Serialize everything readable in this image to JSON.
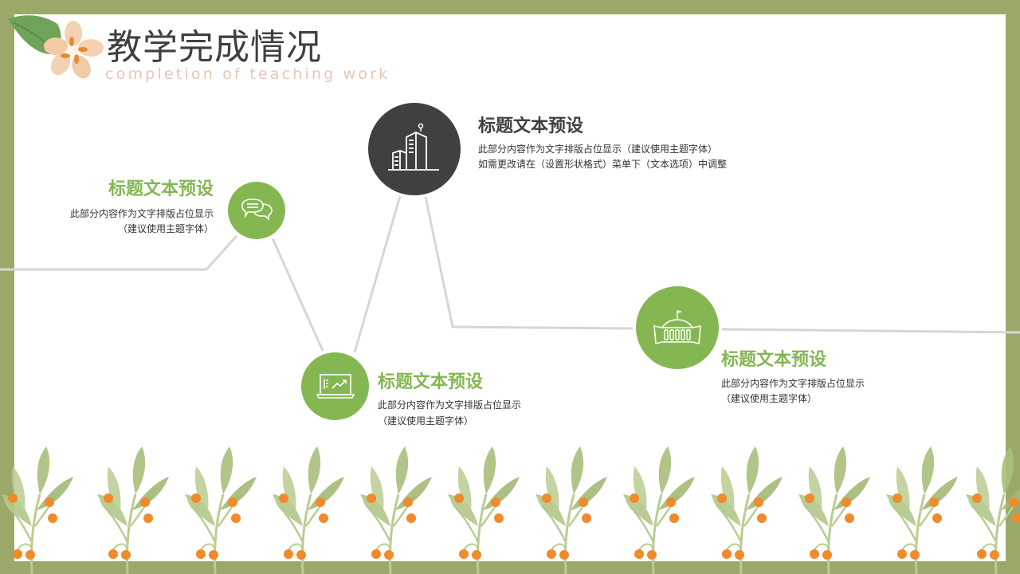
{
  "slide": {
    "title": "教学完成情况",
    "subtitle": "completion of teaching work"
  },
  "colors": {
    "frame": "#9aa96a",
    "accent_green": "#84b752",
    "dark_circle": "#404040",
    "connector_line": "#d6d6d6",
    "subtitle": "#e6c7b4",
    "berry": "#f08a2a",
    "leaf": "#a9bf7c"
  },
  "items": [
    {
      "icon": "speech-bubbles-icon",
      "heading": "标题文本预设",
      "line1": "此部分内容作为文字排版占位显示",
      "line2": "（建议使用主题字体）"
    },
    {
      "icon": "buildings-icon",
      "heading": "标题文本预设",
      "line1": "此部分内容作为文字排版占位显示（建议使用主题字体）",
      "line2": "如需更改请在（设置形状格式）菜单下（文本选项）中调整"
    },
    {
      "icon": "laptop-chart-icon",
      "heading": "标题文本预设",
      "line1": "此部分内容作为文字排版占位显示",
      "line2": "（建议使用主题字体）"
    },
    {
      "icon": "government-building-icon",
      "heading": "标题文本预设",
      "line1": "此部分内容作为文字排版占位显示",
      "line2": "（建议使用主题字体）"
    }
  ]
}
